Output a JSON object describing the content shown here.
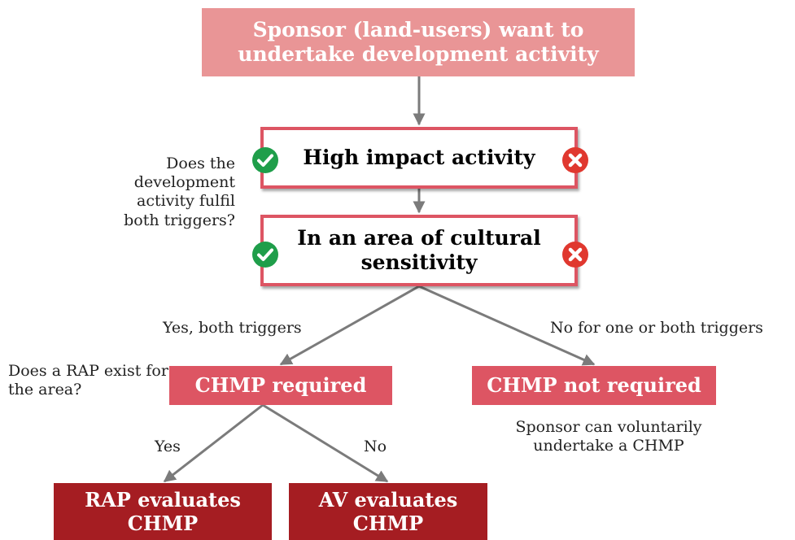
{
  "flow": {
    "start": "Sponsor (land-users) want to undertake development activity",
    "trigger_1": "High impact activity",
    "trigger_2": "In an area of cultural sensitivity",
    "trigger_question": "Does the development activity fulfil both triggers?",
    "branch_yes_label": "Yes, both triggers",
    "branch_no_label": "No for one or both triggers",
    "chmp_required": "CHMP required",
    "chmp_not_required": "CHMP not required",
    "voluntary_note": "Sponsor can voluntarily undertake a CHMP",
    "rap_question": "Does a RAP exist for the area?",
    "rap_yes_label": "Yes",
    "rap_no_label": "No",
    "rap_evaluates": "RAP evaluates CHMP",
    "av_evaluates": "AV evaluates CHMP"
  },
  "icons": {
    "check": "check-circle-icon",
    "cross": "cross-circle-icon"
  },
  "colors": {
    "start_fill": "#e99596",
    "accent_pink": "#dd5563",
    "dark_red": "#a51d22",
    "check_green": "#1f9e4a",
    "cross_red": "#e0382f",
    "arrow_gray": "#7b7b7b"
  }
}
